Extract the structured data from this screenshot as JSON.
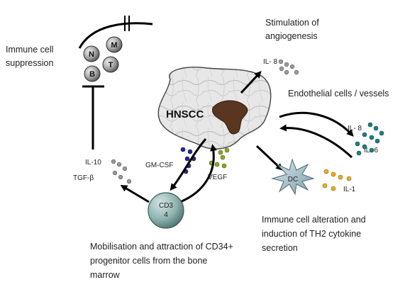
{
  "tumor": {
    "label": "HNSCC"
  },
  "progenitor": {
    "line1": "CD3",
    "line2": "4"
  },
  "captions": {
    "immune_suppression": [
      "Immune cell",
      "suppression"
    ],
    "angiogenesis": [
      "Stimulation of",
      "angiogenesis"
    ],
    "endothelial": "Endothelial cells / vessels",
    "immune_alteration": [
      "Immune cell alteration and",
      "induction of TH2 cytokine",
      "secretion"
    ],
    "mobilisation": [
      "Mobilisation and attraction of CD34+",
      "progenitor cells from the bone",
      "marrow"
    ]
  },
  "cytokines": {
    "il8_top": "IL- 8",
    "gm_csf": "GM-CSF",
    "vegf": "VEGF",
    "il10": "IL-10",
    "tgf_beta": "TGF-β",
    "il8_right": "IL- 8",
    "il6": "IL- 6",
    "il1": "IL-1",
    "dc": "DC"
  },
  "immune_cells": [
    "N",
    "M",
    "B",
    "T"
  ],
  "colors": {
    "gray_dots": "#9a9a9a",
    "blue_dots": "#2a2a8a",
    "green_dots": "#8aaa22",
    "teal_dots": "#1f7f7f",
    "yellow_dots": "#e8b020",
    "tumor_core": "#5a3520"
  }
}
